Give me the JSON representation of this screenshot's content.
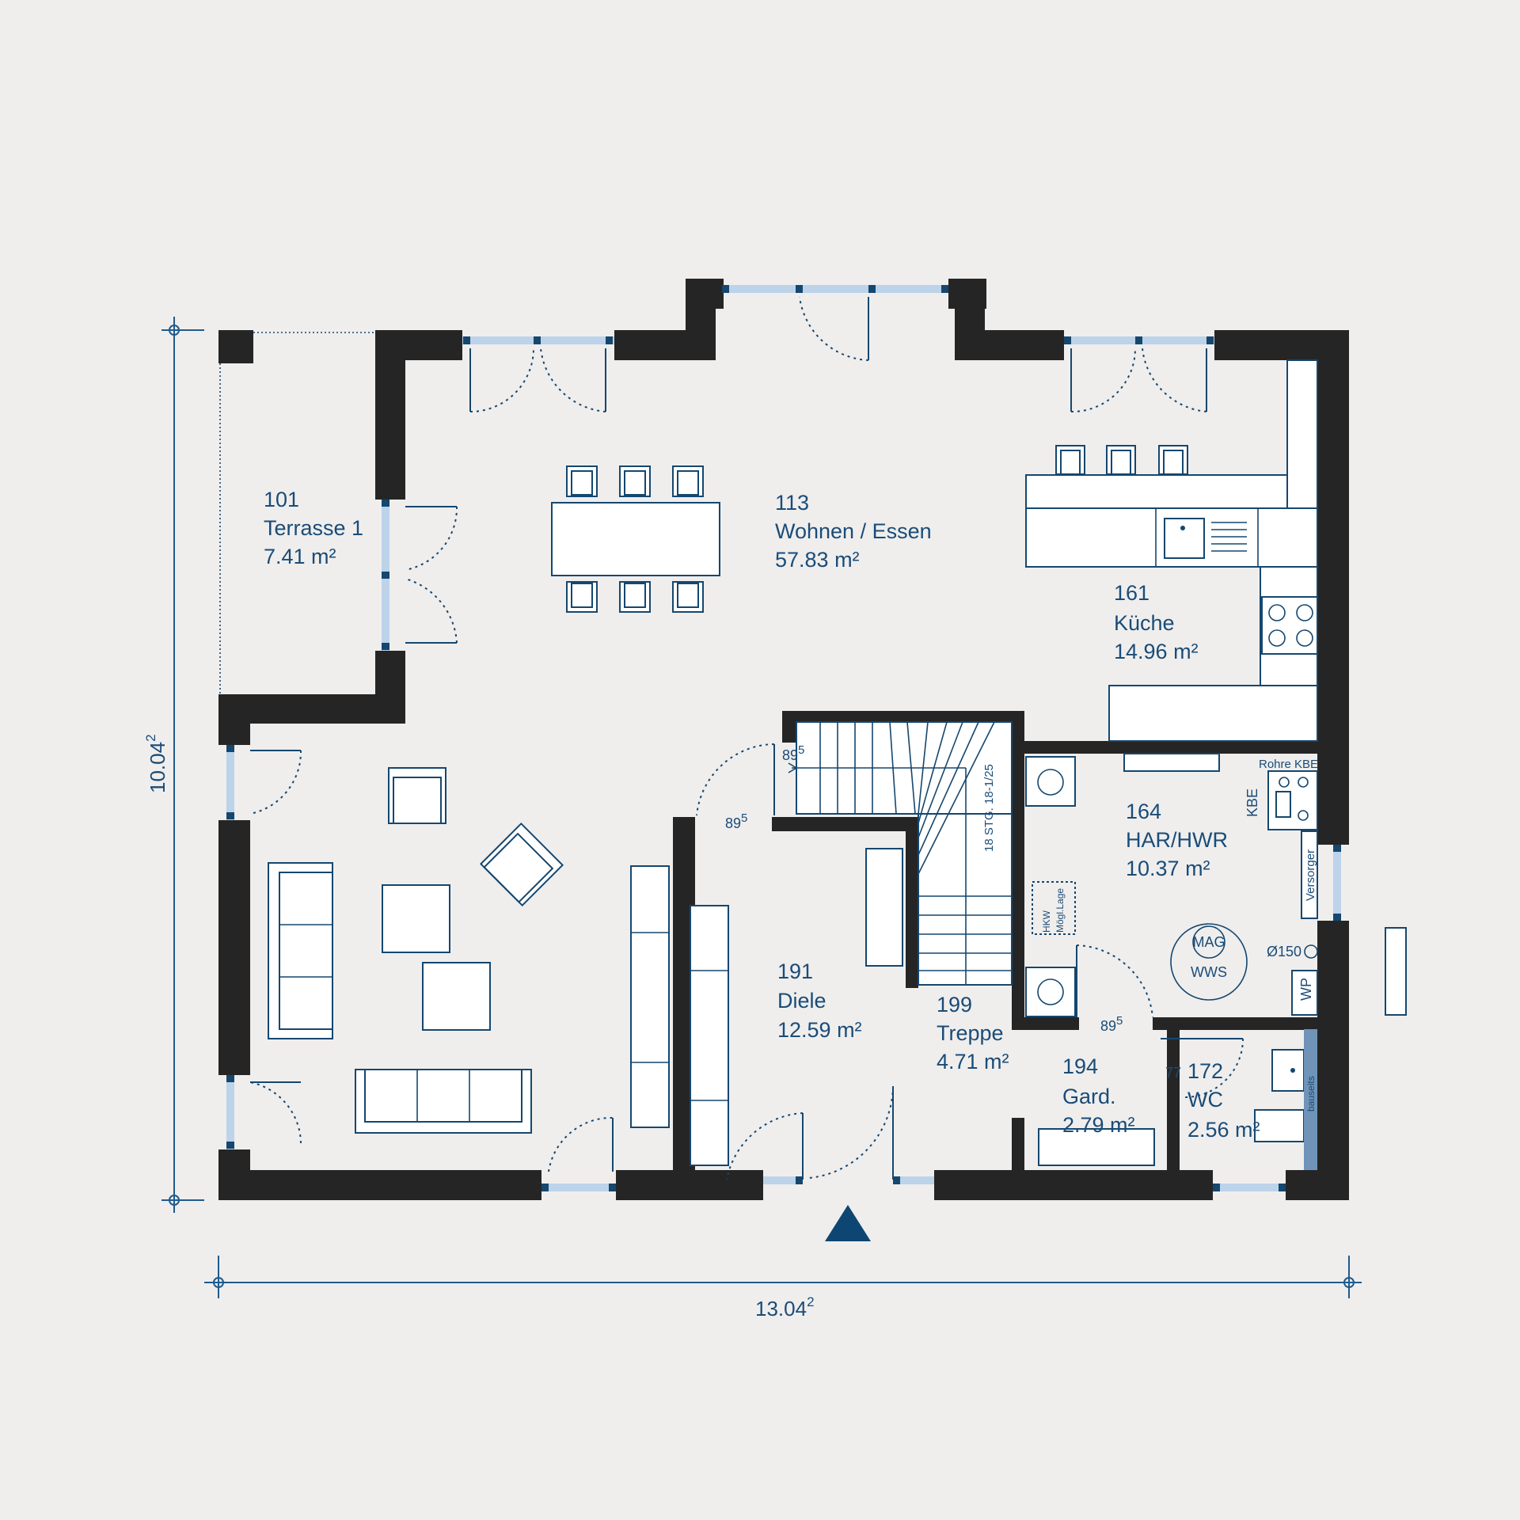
{
  "rooms": {
    "terrasse": {
      "number": "101",
      "name": "Terrasse 1",
      "area": "7.41 m²"
    },
    "wohnen": {
      "number": "113",
      "name": "Wohnen / Essen",
      "area": "57.83 m²"
    },
    "kueche": {
      "number": "161",
      "name": "Küche",
      "area": "14.96 m²"
    },
    "har": {
      "number": "164",
      "name": "HAR/HWR",
      "area": "10.37 m²"
    },
    "diele": {
      "number": "191",
      "name": "Diele",
      "area": "12.59 m²"
    },
    "treppe": {
      "number": "199",
      "name": "Treppe",
      "area": "4.71 m²"
    },
    "gard": {
      "number": "194",
      "name": "Gard.",
      "area": "2.79 m²"
    },
    "wc": {
      "number": "172",
      "name": "WC",
      "area": "2.56 m²"
    }
  },
  "dimensions": {
    "width_main": "13.04",
    "width_sup": "2",
    "height_main": "10.04",
    "height_sup": "2",
    "door_89_main": "89",
    "door_89_sup": "5",
    "door_77": "77"
  },
  "fixtures": {
    "stairs": "18 STG. 18-1/25",
    "rohre_kbe": "Rohre KBE",
    "kbe": "KBE",
    "versorger": "Versorger",
    "hkw": "HKW",
    "moegl_lage": "Mögl.Lage",
    "mag": "MAG",
    "wws": "WWS",
    "diameter": "Ø150",
    "wp": "WP",
    "bauseits": "bauseits"
  },
  "colors": {
    "wall": "#252525",
    "line": "#15476f",
    "window": "#bcd3ea",
    "background": "#efeeed",
    "entrance_arrow": "#0d4673",
    "bauseits_panel": "#6f94b8"
  }
}
